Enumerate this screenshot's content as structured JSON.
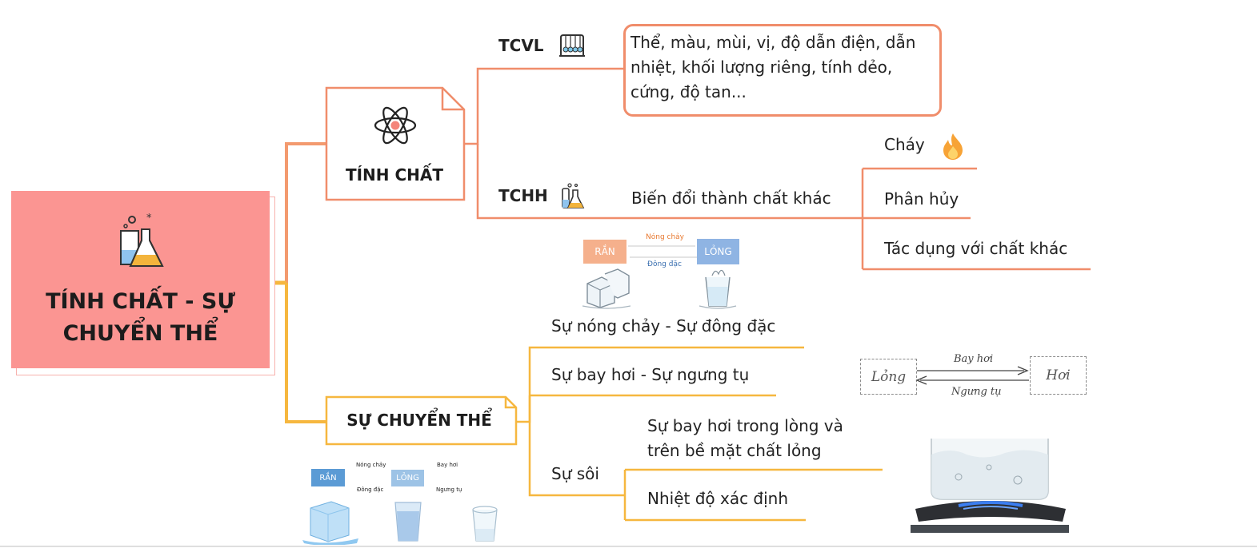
{
  "root": {
    "title_line1": "TÍNH CHẤT - SỰ",
    "title_line2": "CHUYỂN THỂ",
    "icon": "lab-flasks-icon"
  },
  "tinh_chat": {
    "title": "TÍNH CHẤT",
    "icon": "atom-icon",
    "tcvl": {
      "label": "TCVL",
      "icon": "newton-cradle-icon",
      "description_line1": "Thể, màu, mùi, vị, độ dẫn điện, dẫn",
      "description_line2": "nhiệt, khối lượng riêng, tính dẻo,",
      "description_line3": "cứng, độ tan..."
    },
    "tchh": {
      "label": "TCHH",
      "icon": "test-tubes-icon",
      "description": "Biến đổi thành chất khác",
      "items": [
        "Cháy",
        "Phân hủy",
        "Tác dụng với chất khác"
      ],
      "fire_icon": "fire-icon"
    }
  },
  "su_chuyen_the": {
    "title": "SỰ CHUYỂN THỂ",
    "branches": {
      "melting": "Sự nóng chảy - Sự đông đặc",
      "evaporation": "Sự bay hơi - Sự ngưng tụ",
      "boiling": "Sự sôi"
    },
    "boiling_items": {
      "item1_line1": "Sự bay hơi trong lòng và",
      "item1_line2": "trên bề mặt chất lỏng",
      "item2": "Nhiệt độ xác định"
    }
  },
  "diagram_melting": {
    "solid": "RẮN",
    "liquid": "LỎNG",
    "forward": "Nóng chảy",
    "backward": "Đông đặc"
  },
  "diagram_evaporation": {
    "liquid": "Lỏng",
    "gas": "Hơi",
    "forward": "Bay hơi",
    "backward": "Ngưng tụ"
  },
  "diagram_bottom": {
    "solid": "RẮN",
    "liquid": "LỎNG",
    "melt": "Nóng chảy",
    "freeze": "Đông đặc",
    "evaporate": "Bay hơi",
    "condense": "Ngưng tụ"
  },
  "colors": {
    "root_fill": "#fb9592",
    "upper_branch": "#f08d6b",
    "lower_branch": "#f6b73f",
    "solid_tile": "#f5b08c",
    "liquid_tile": "#8fb4e3",
    "bottom_solid_tile": "#5b9bd5",
    "bottom_liquid_tile": "#9dc3e6"
  }
}
